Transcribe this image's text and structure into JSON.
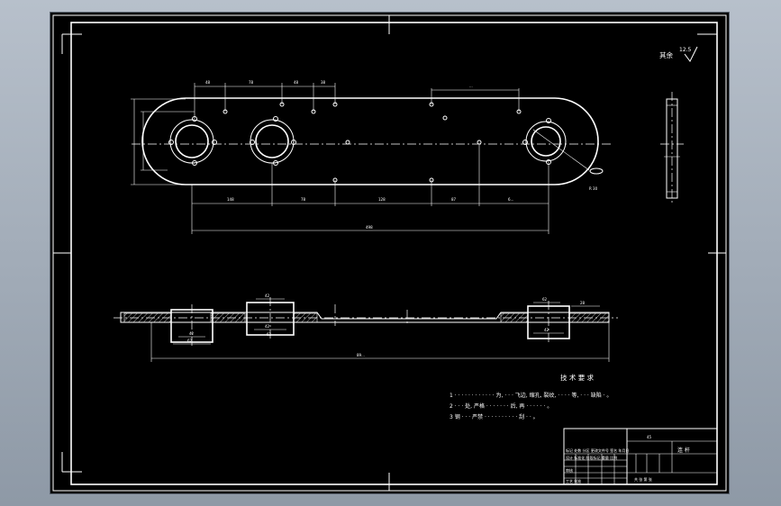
{
  "roughness": {
    "label": "其余",
    "value": "12.5"
  },
  "plan_dims": {
    "top": [
      "48",
      "78",
      "48",
      "38",
      "..."
    ],
    "bottom": [
      "148",
      "78",
      "128",
      "87",
      "6..."
    ],
    "overall": "498"
  },
  "section_dims": {
    "top": [
      "42",
      "62",
      "28"
    ],
    "bottom": [
      "42",
      "62",
      "42",
      "62",
      "42"
    ],
    "overall": "89..."
  },
  "tech": {
    "title": "技 术 要 求",
    "lines": [
      "1 · · · · · · · · · · · · 为, · · · 飞边, 缩孔, 裂纹, · · · · 等, · · · 缺陷 · 。",
      "2 · · · 处, 严格 · · · · · · · 后, 再 · · · · · · 。",
      "3 钢 · · · 严禁 · · · · · · · · · · 刮 · · 。"
    ]
  },
  "title_block": {
    "material": "45",
    "name": "连 杆",
    "rows": [
      "标记 处数 分区 更改文件号 签名 年月日",
      "设计 标准化 阶段标记 重量 比例",
      "审核",
      "工艺 批准"
    ],
    "sheets": "共 张 第 张"
  }
}
